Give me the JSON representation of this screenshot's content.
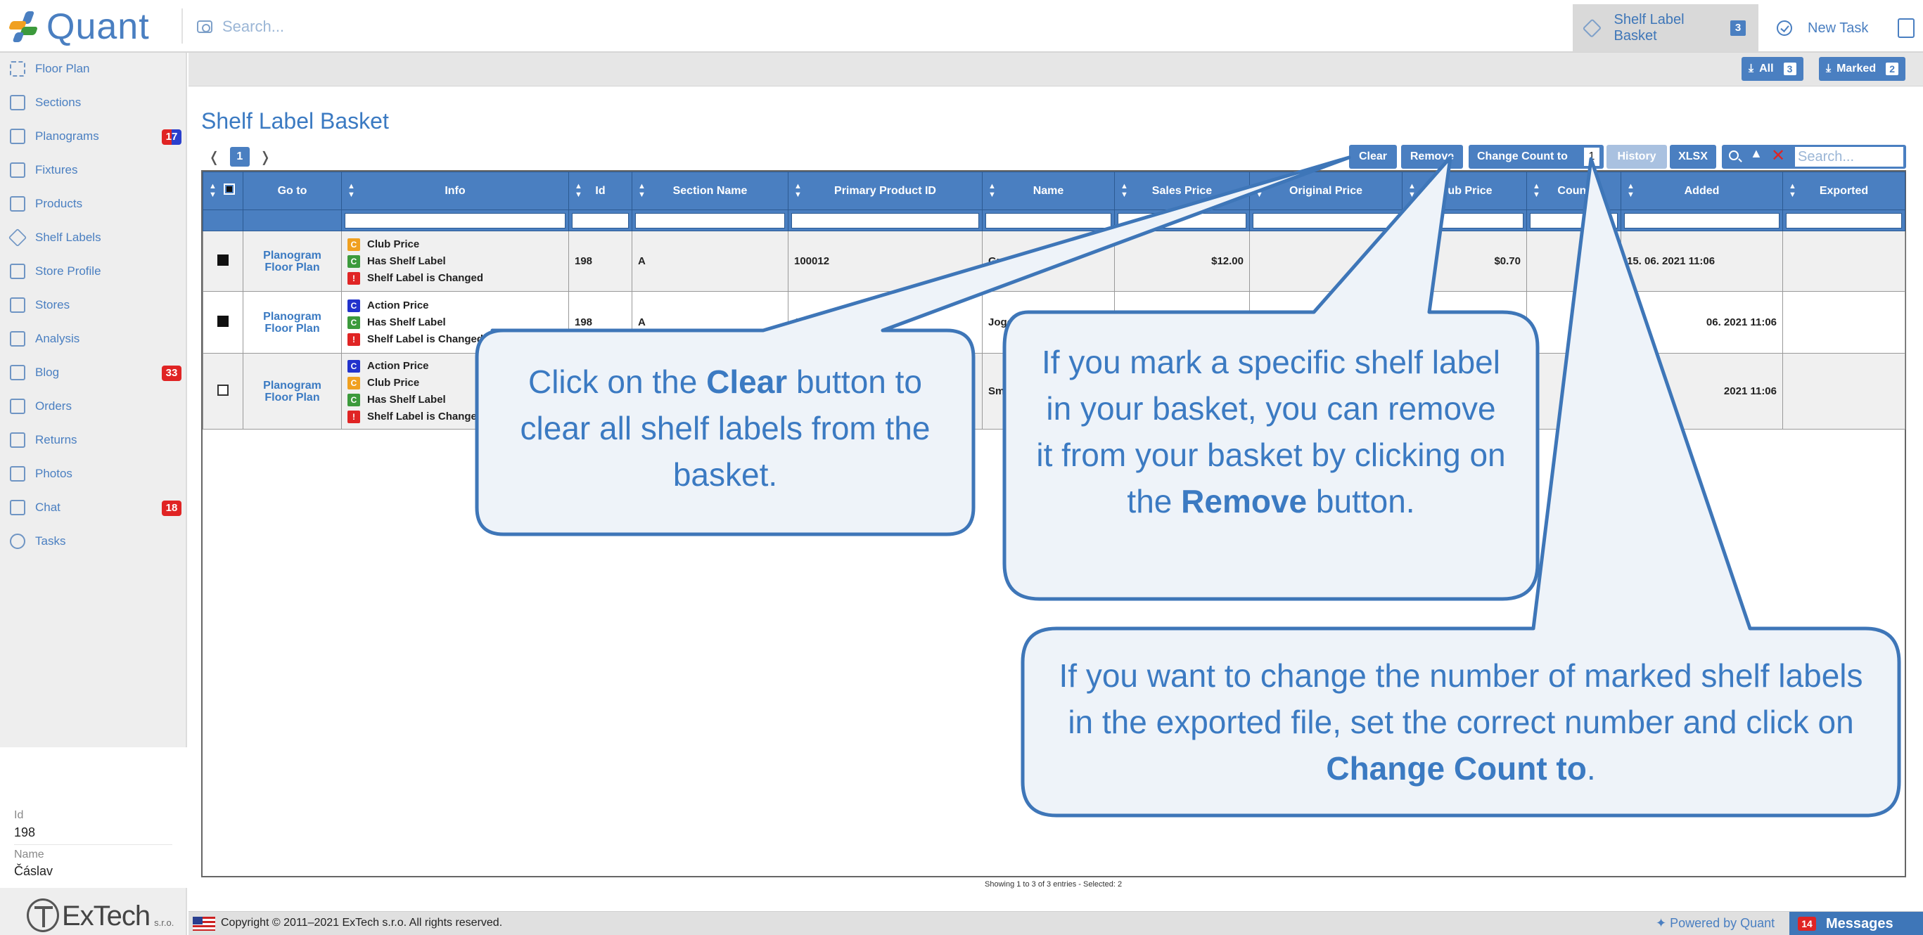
{
  "app": {
    "logo_text": "Quant",
    "search_placeholder": "Search...",
    "tabs": [
      {
        "label": "Shelf Label Basket",
        "count": "3"
      },
      {
        "label": "New Task"
      }
    ]
  },
  "sidebar": {
    "items": [
      {
        "label": "Floor Plan"
      },
      {
        "label": "Sections"
      },
      {
        "label": "Planograms",
        "badge": "17",
        "badge_color": "#e02424"
      },
      {
        "label": "Fixtures"
      },
      {
        "label": "Products"
      },
      {
        "label": "Shelf Labels"
      },
      {
        "label": "Store Profile"
      },
      {
        "label": "Stores"
      },
      {
        "label": "Analysis"
      },
      {
        "label": "Blog",
        "badge": "33",
        "badge_color": "#e02424"
      },
      {
        "label": "Orders"
      },
      {
        "label": "Returns"
      },
      {
        "label": "Photos"
      },
      {
        "label": "Chat",
        "badge": "18",
        "badge_color": "#e02424"
      },
      {
        "label": "Tasks"
      }
    ],
    "info": {
      "id_label": "Id",
      "id_value": "198",
      "name_label": "Name",
      "name_value": "Čáslav"
    },
    "brand": {
      "name": "ExTech",
      "suffix": "s.r.o."
    }
  },
  "toolbar": {
    "all_label": "All",
    "all_count": "3",
    "marked_label": "Marked",
    "marked_count": "2"
  },
  "page": {
    "title": "Shelf Label Basket",
    "pager": {
      "prev": "❬",
      "current": "1",
      "next": "❭"
    },
    "buttons": {
      "clear": "Clear",
      "remove": "Remove",
      "change_count": "Change Count to",
      "count_value": "1",
      "history": "History",
      "xlsx": "XLSX"
    },
    "table_search_placeholder": "Search..."
  },
  "table": {
    "columns": [
      "",
      "Go to",
      "Info",
      "Id",
      "Section Name",
      "Primary Product ID",
      "Name",
      "Sales Price",
      "Original Price",
      "Club Price",
      "Count",
      "Added",
      "Exported"
    ],
    "rows": [
      {
        "marked": true,
        "goto": [
          "Planogram",
          "Floor Plan"
        ],
        "info": [
          {
            "code": "C",
            "color": "#f0a020",
            "text": "Club Price"
          },
          {
            "code": "C",
            "color": "#3c9a3c",
            "text": "Has Shelf Label"
          },
          {
            "code": "!",
            "color": "#e02424",
            "text": "Shelf Label is Changed"
          }
        ],
        "id": "198",
        "section": "A",
        "ppid": "100012",
        "name": "Gr",
        "sales_price": "$12.00",
        "original_price": "",
        "club_price": "$0.70",
        "count": "",
        "added": "15. 06. 2021 11:06",
        "exported": ""
      },
      {
        "marked": true,
        "goto": [
          "Planogram",
          "Floor Plan"
        ],
        "info": [
          {
            "code": "C",
            "color": "#2233cc",
            "text": "Action Price"
          },
          {
            "code": "C",
            "color": "#3c9a3c",
            "text": "Has Shelf Label"
          },
          {
            "code": "!",
            "color": "#e02424",
            "text": "Shelf Label is Changed"
          }
        ],
        "id": "198",
        "section": "A",
        "ppid": "1",
        "name": "Jogo C",
        "sales_price": "",
        "original_price": "",
        "club_price": "",
        "count": "",
        "added": "06. 2021 11:06",
        "exported": ""
      },
      {
        "marked": false,
        "goto": [
          "Planogram",
          "Floor Plan"
        ],
        "info": [
          {
            "code": "C",
            "color": "#2233cc",
            "text": "Action Price"
          },
          {
            "code": "C",
            "color": "#f0a020",
            "text": "Club Price"
          },
          {
            "code": "C",
            "color": "#3c9a3c",
            "text": "Has Shelf Label"
          },
          {
            "code": "!",
            "color": "#e02424",
            "text": "Shelf Label is Change"
          }
        ],
        "id": "",
        "section": "",
        "ppid": "",
        "name": "Sm",
        "sales_price": "",
        "original_price": "",
        "club_price": "",
        "count": "",
        "added": "2021 11:06",
        "exported": ""
      }
    ],
    "footer": "Showing 1 to 3 of 3 entries - Selected: 2"
  },
  "callouts": {
    "clear": [
      "Click on the ",
      "Clear",
      " button to clear all shelf labels from the basket."
    ],
    "remove": [
      "If you mark a specific shelf label in your basket, you can remove it from your basket by clicking on the ",
      "Remove",
      " button."
    ],
    "change": [
      "If you want to change the number of marked shelf labels in the exported file, set the correct number and click on ",
      "Change Count to",
      "."
    ]
  },
  "footer": {
    "copyright": "Copyright © 2011–2021 ExTech s.r.o. All rights reserved.",
    "powered": "Powered by Quant",
    "messages_count": "14",
    "messages_label": "Messages"
  },
  "colors": {
    "accent": "#4a7fc1",
    "badge_red": "#e02424",
    "callout_fill": "#eef3f9",
    "callout_stroke": "#3e76b8"
  }
}
